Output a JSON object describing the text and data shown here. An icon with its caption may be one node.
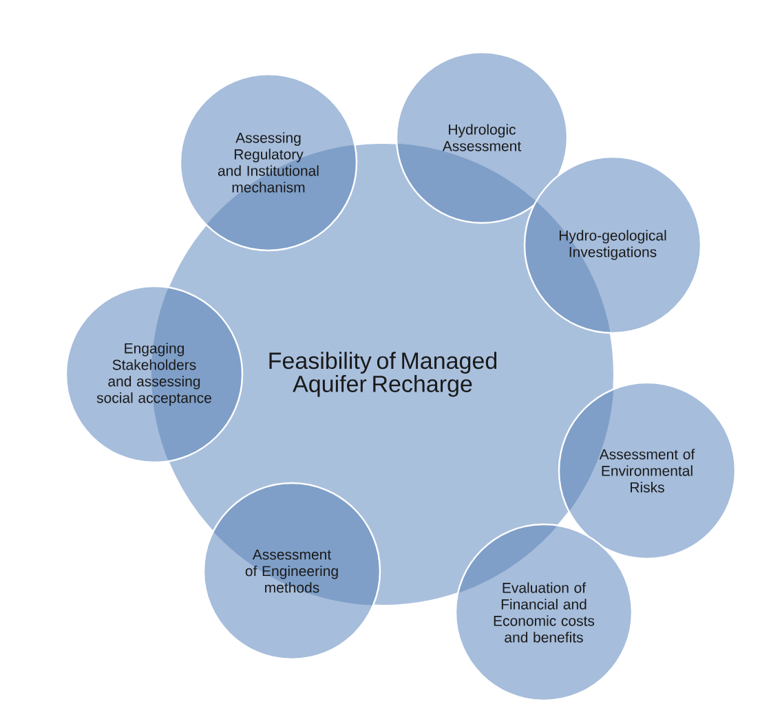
{
  "diagram": {
    "nodes": [
      {
        "text": [
          "Feasibility of Managed Aquifer Recharge"
        ]
      },
      {
        "text": [
          "Hydrologic Assessment"
        ]
      },
      {
        "text": [
          "Hydro-geological Investigations"
        ]
      },
      {
        "text": [
          "Assessment of Environmental Risks"
        ]
      },
      {
        "text": [
          "Evaluation of Financial and Economic costs and benefits"
        ]
      },
      {
        "text": [
          "Assessment of Engineering methods"
        ]
      },
      {
        "text": [
          "Engaging Stakeholders and assessing social acceptance"
        ]
      },
      {
        "text": [
          "Assessing Regulatory and Institutional mechanism"
        ]
      }
    ]
  }
}
